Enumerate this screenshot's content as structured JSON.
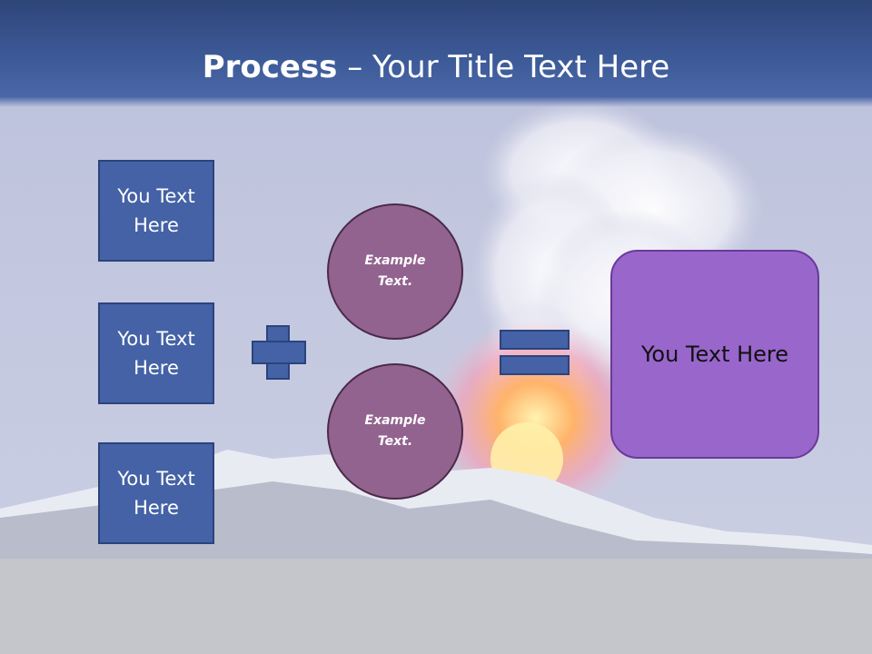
{
  "slide": {
    "title_bold": "Process",
    "title_rest": " – Your Title Text Here"
  },
  "boxes": [
    {
      "label": "You Text Here"
    },
    {
      "label": "You Text Here"
    },
    {
      "label": "You Text Here"
    }
  ],
  "circles": [
    {
      "label": "Example Text."
    },
    {
      "label": "Example Text."
    }
  ],
  "result": {
    "label": "You Text Here"
  },
  "colors": {
    "title_bar": "#3d5a98",
    "box_fill": "#4462a5",
    "circle_fill": "#93638f",
    "result_fill": "#9966cc",
    "sky": "#c4c8de"
  },
  "icons": {
    "plus": "plus-icon",
    "equals": "equals-icon"
  }
}
